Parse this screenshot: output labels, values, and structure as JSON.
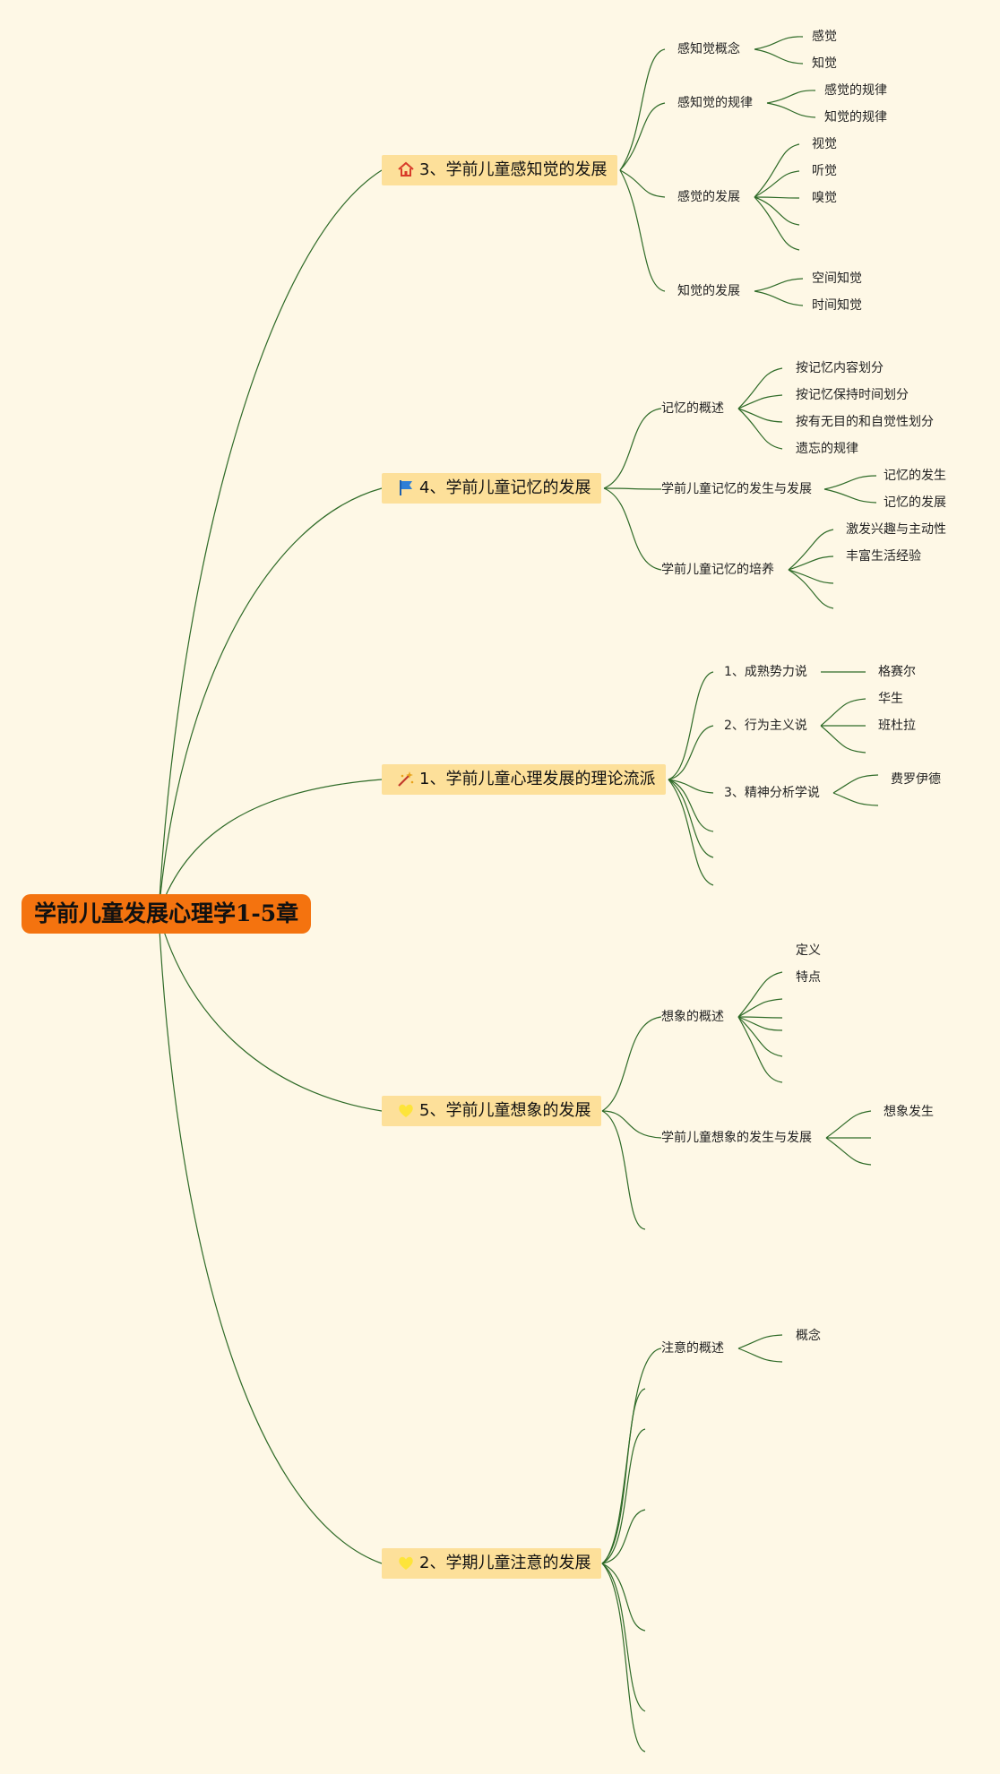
{
  "root": {
    "title": "学前儿童发展心理学1-5章"
  },
  "branches": [
    {
      "title": "3、学前儿童感知觉的发展",
      "icon": "house-icon",
      "children": [
        {
          "label": "感知觉概念",
          "children": [
            "感觉",
            "知觉"
          ]
        },
        {
          "label": "感知觉的规律",
          "children": [
            "感觉的规律",
            "知觉的规律"
          ]
        },
        {
          "label": "感觉的发展",
          "children": [
            "视觉",
            "听觉",
            "嗅觉"
          ]
        },
        {
          "label": "知觉的发展",
          "children": [
            "空间知觉",
            "时间知觉"
          ]
        }
      ]
    },
    {
      "title": "4、学前儿童记忆的发展",
      "icon": "flag-icon",
      "children": [
        {
          "label": "记忆的概述",
          "children": [
            "按记忆内容划分",
            "按记忆保持时间划分",
            "按有无目的和自觉性划分",
            "遗忘的规律"
          ]
        },
        {
          "label": "学前儿童记忆的发生与发展",
          "children": [
            "记忆的发生",
            "记忆的发展"
          ]
        },
        {
          "label": "学前儿童记忆的培养",
          "children": [
            "激发兴趣与主动性",
            "丰富生活经验"
          ]
        }
      ]
    },
    {
      "title": "1、学前儿童心理发展的理论流派",
      "icon": "wand-icon",
      "children": [
        {
          "label": "1、成熟势力说",
          "children": [
            "格赛尔"
          ]
        },
        {
          "label": "2、行为主义说",
          "children": [
            "华生",
            "班杜拉"
          ]
        },
        {
          "label": "3、精神分析学说",
          "children": [
            "费罗伊德"
          ]
        }
      ]
    },
    {
      "title": "5、学前儿童想象的发展",
      "icon": "heart-icon",
      "children": [
        {
          "label": "想象的概述",
          "children": [
            "定义",
            "特点"
          ]
        },
        {
          "label": "学前儿童想象的发生与发展",
          "children": [
            "想象发生"
          ]
        }
      ]
    },
    {
      "title": "2、学期儿童注意的发展",
      "icon": "heart-icon",
      "children": [
        {
          "label": "注意的概述",
          "children": [
            "概念"
          ]
        }
      ]
    }
  ],
  "colors": {
    "background": "#fef8e6",
    "root": "#f4730f",
    "branch": "#fde09a",
    "line": "#2f6b28"
  }
}
